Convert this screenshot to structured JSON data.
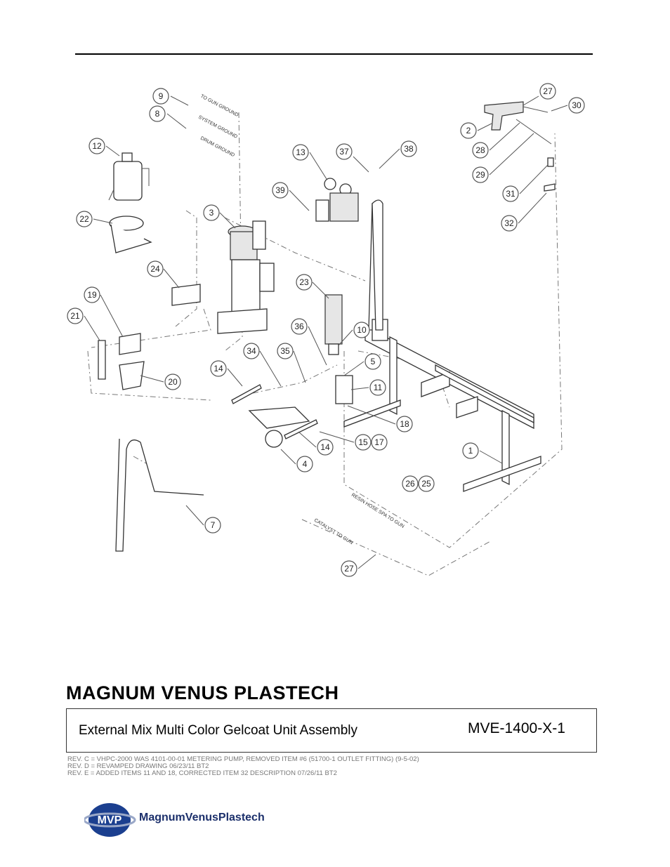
{
  "callouts": {
    "c1": "1",
    "c2": "2",
    "c3": "3",
    "c4": "4",
    "c5": "5",
    "c7": "7",
    "c8": "8",
    "c9": "9",
    "c10": "10",
    "c11": "11",
    "c12": "12",
    "c13": "13",
    "c14a": "14",
    "c14b": "14",
    "c15": "15",
    "c17": "17",
    "c18": "18",
    "c19": "19",
    "c20": "20",
    "c21": "21",
    "c22": "22",
    "c23": "23",
    "c24": "24",
    "c25": "25",
    "c26": "26",
    "c27a": "27",
    "c27b": "27",
    "c28": "28",
    "c29": "29",
    "c30": "30",
    "c31": "31",
    "c32": "32",
    "c34": "34",
    "c35": "35",
    "c36": "36",
    "c37": "37",
    "c38": "38",
    "c39": "39"
  },
  "hose_labels": {
    "gun_ground": "TO GUN GROUND",
    "system_ground": "SYSTEM GROUND",
    "drum_ground": "DRUM GROUND",
    "resin_hose": "RESIN HOSE SPA TO GUN",
    "catalyst": "CATALYST TO GUN"
  },
  "company_heading": "MAGNUM VENUS PLASTECH",
  "title_block": {
    "assembly_title": "External Mix Multi Color Gelcoat Unit Assembly",
    "part_number": "MVE-1400-X-1"
  },
  "revisions": [
    "REV. C =  VHPC-2000 WAS 4101-00-01 METERING PUMP, REMOVED ITEM #6 (51700-1 OUTLET FITTING) (9-5-02)",
    "REV. D =  REVAMPED DRAWING     06/23/11  BT2",
    "REV. E =  ADDED ITEMS 11 AND 18, CORRECTED ITEM 32 DESCRIPTION     07/26/11  BT2"
  ],
  "logo": {
    "badge_text": "MVP",
    "name": "MagnumVenusPlastech",
    "colors": {
      "badge": "#1b3f8f",
      "text": "#1b2f6b"
    }
  }
}
